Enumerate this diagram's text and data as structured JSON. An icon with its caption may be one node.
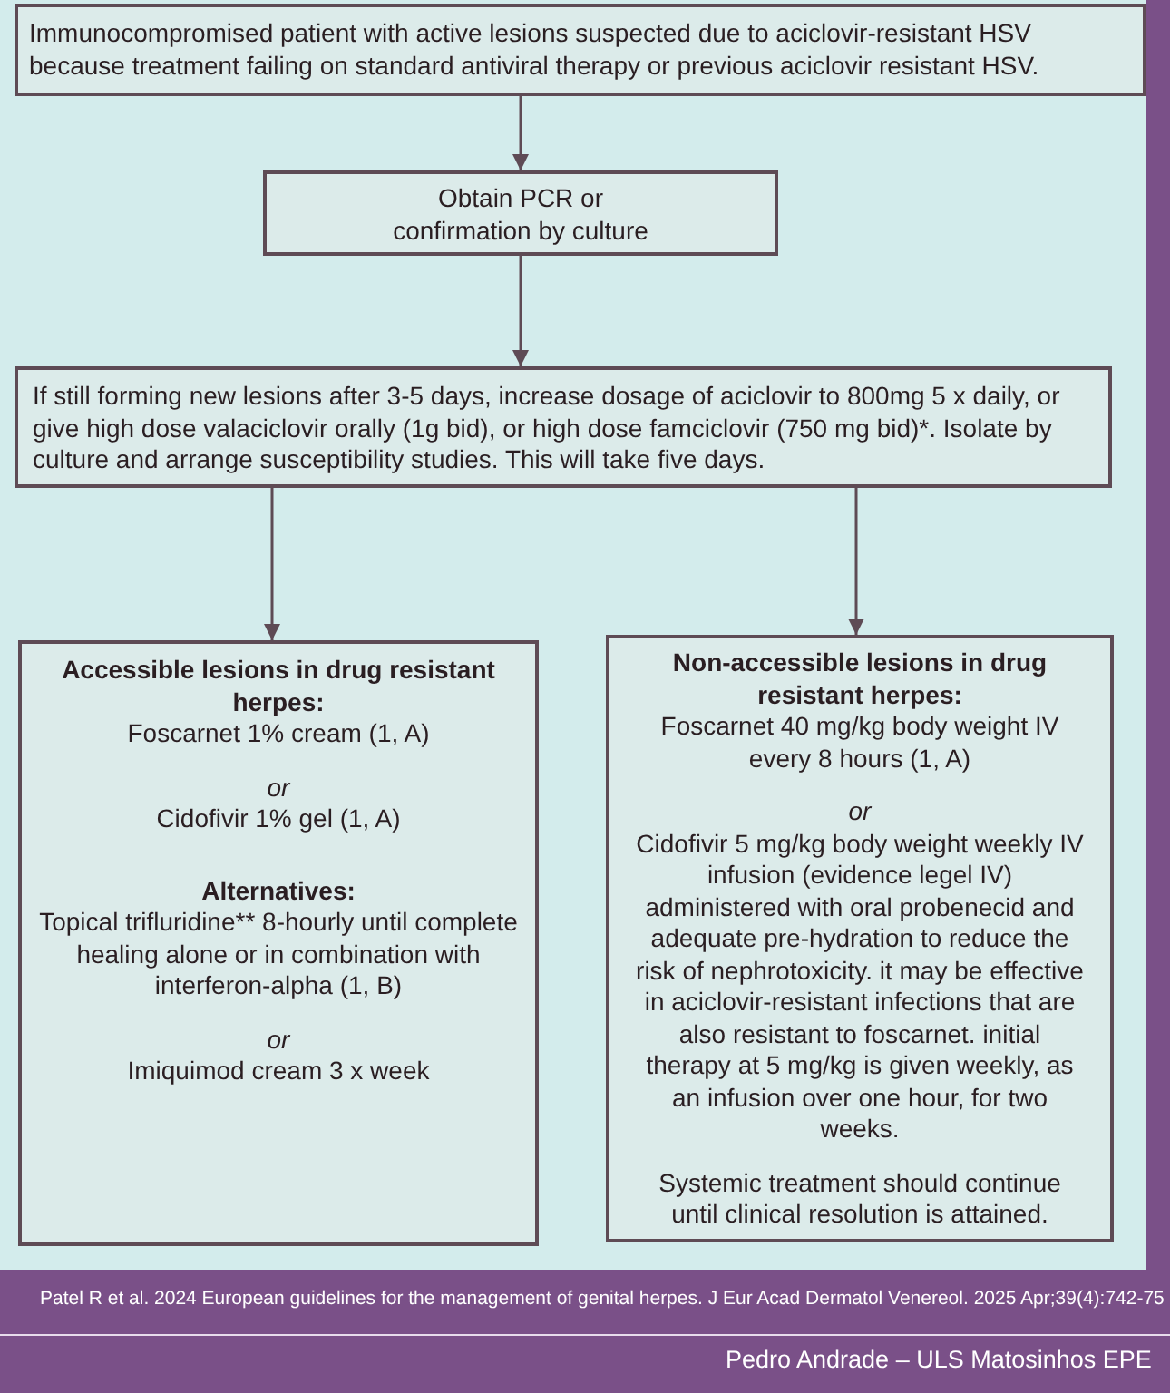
{
  "diagram": {
    "nodes": [
      {
        "text": [
          "Immunocompromised patient with active lesions suspected due to aciclovir-resistant HSV because treatment failing on standard antiviral therapy or previous aciclovir resistant HSV."
        ]
      },
      {
        "text": [
          "Obtain PCR or confirmation by culture"
        ]
      },
      {
        "text": [
          "If still forming new lesions after 3-5 days, increase dosage of aciclovir to 800mg 5 x daily, or give high dose valaciclovir orally (1g bid), or high dose famciclovir (750 mg bid)*. Isolate by culture and arrange susceptibility studies. This will take five days."
        ]
      },
      {
        "text": [
          "Accessible lesions in drug resistant herpes:",
          "Foscarnet 1% cream (1, A)",
          "or",
          "Cidofivir 1% gel (1, A)",
          "Alternatives:",
          "Topical trifluridine** 8-hourly until complete healing alone or in combination with interferon-alpha (1, B)",
          "or",
          "Imiquimod cream 3 x week"
        ]
      },
      {
        "text": [
          "Non-accessible lesions in drug resistant herpes:",
          "Foscarnet 40 mg/kg body weight IV every 8 hours (1, A)",
          "or",
          "Cidofivir 5 mg/kg body weight weekly IV infusion (evidence legel IV) administered with oral probenecid and adequate pre-hydration to reduce the risk of nephrotoxicity. it may be effective in aciclovir-resistant infections that are also resistant to foscarnet. initial therapy at 5 mg/kg is given weekly, as an infusion over one hour, for two weeks.",
          "Systemic treatment should continue until clinical resolution is attained."
        ]
      }
    ],
    "edges": [
      {
        "from": 0,
        "to": 1,
        "arrow": "to"
      },
      {
        "from": 1,
        "to": 2,
        "arrow": "to"
      },
      {
        "from": 2,
        "to": 3,
        "arrow": "to"
      },
      {
        "from": 2,
        "to": 4,
        "arrow": "to"
      }
    ],
    "labels": [
      "Patel R et al. 2024 European guidelines for the management of genital herpes. J Eur Acad Dermatol Venereol. 2025 Apr;39(4):742-75",
      "Pedro Andrade – ULS Matosinhos EPE"
    ]
  }
}
